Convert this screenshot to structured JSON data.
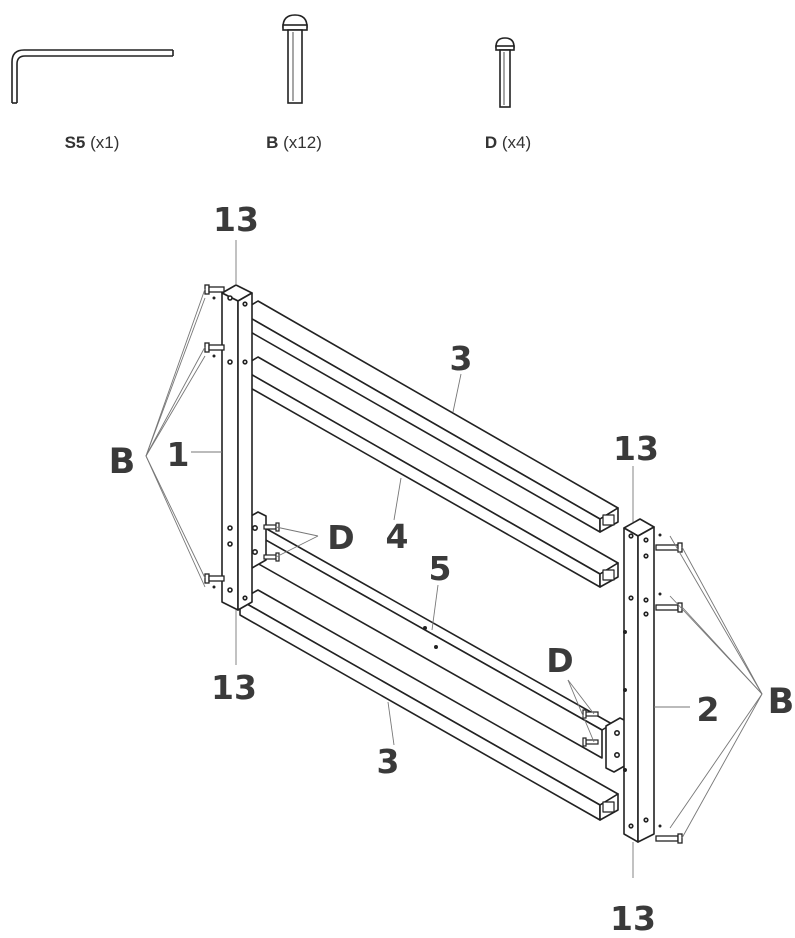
{
  "hardware": [
    {
      "code": "S5",
      "qty": "(x1)",
      "icon": "allen-key-icon"
    },
    {
      "code": "B",
      "qty": "(x12)",
      "icon": "long-bolt-icon"
    },
    {
      "code": "D",
      "qty": "(x4)",
      "icon": "short-bolt-icon"
    }
  ],
  "callouts": {
    "c13_top_left": "13",
    "c13_bottom_left": "13",
    "c13_top_right": "13",
    "c13_bottom_right": "13",
    "c3_top": "3",
    "c3_bottom": "3",
    "c4": "4",
    "c5": "5",
    "c1": "1",
    "c2": "2",
    "b_left": "B",
    "b_right": "B",
    "d_upper": "D",
    "d_lower": "D"
  }
}
